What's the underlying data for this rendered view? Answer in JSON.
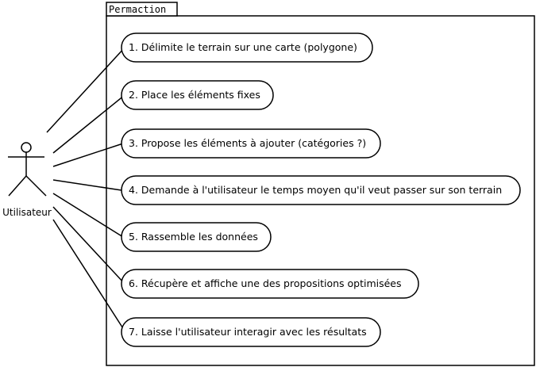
{
  "system": {
    "name": "Permaction"
  },
  "actor": {
    "name": "Utilisateur"
  },
  "use_cases": [
    {
      "label": "1. Délimite le terrain sur une carte (polygone)"
    },
    {
      "label": "2. Place les éléments fixes"
    },
    {
      "label": "3. Propose les éléments à ajouter (catégories ?)"
    },
    {
      "label": "4. Demande à l'utilisateur le temps moyen qu'il veut passer sur son terrain"
    },
    {
      "label": "5. Rassemble les données"
    },
    {
      "label": "6. Récupère et affiche une des propositions optimisées"
    },
    {
      "label": "7. Laisse l'utilisateur interagir avec les résultats"
    }
  ]
}
